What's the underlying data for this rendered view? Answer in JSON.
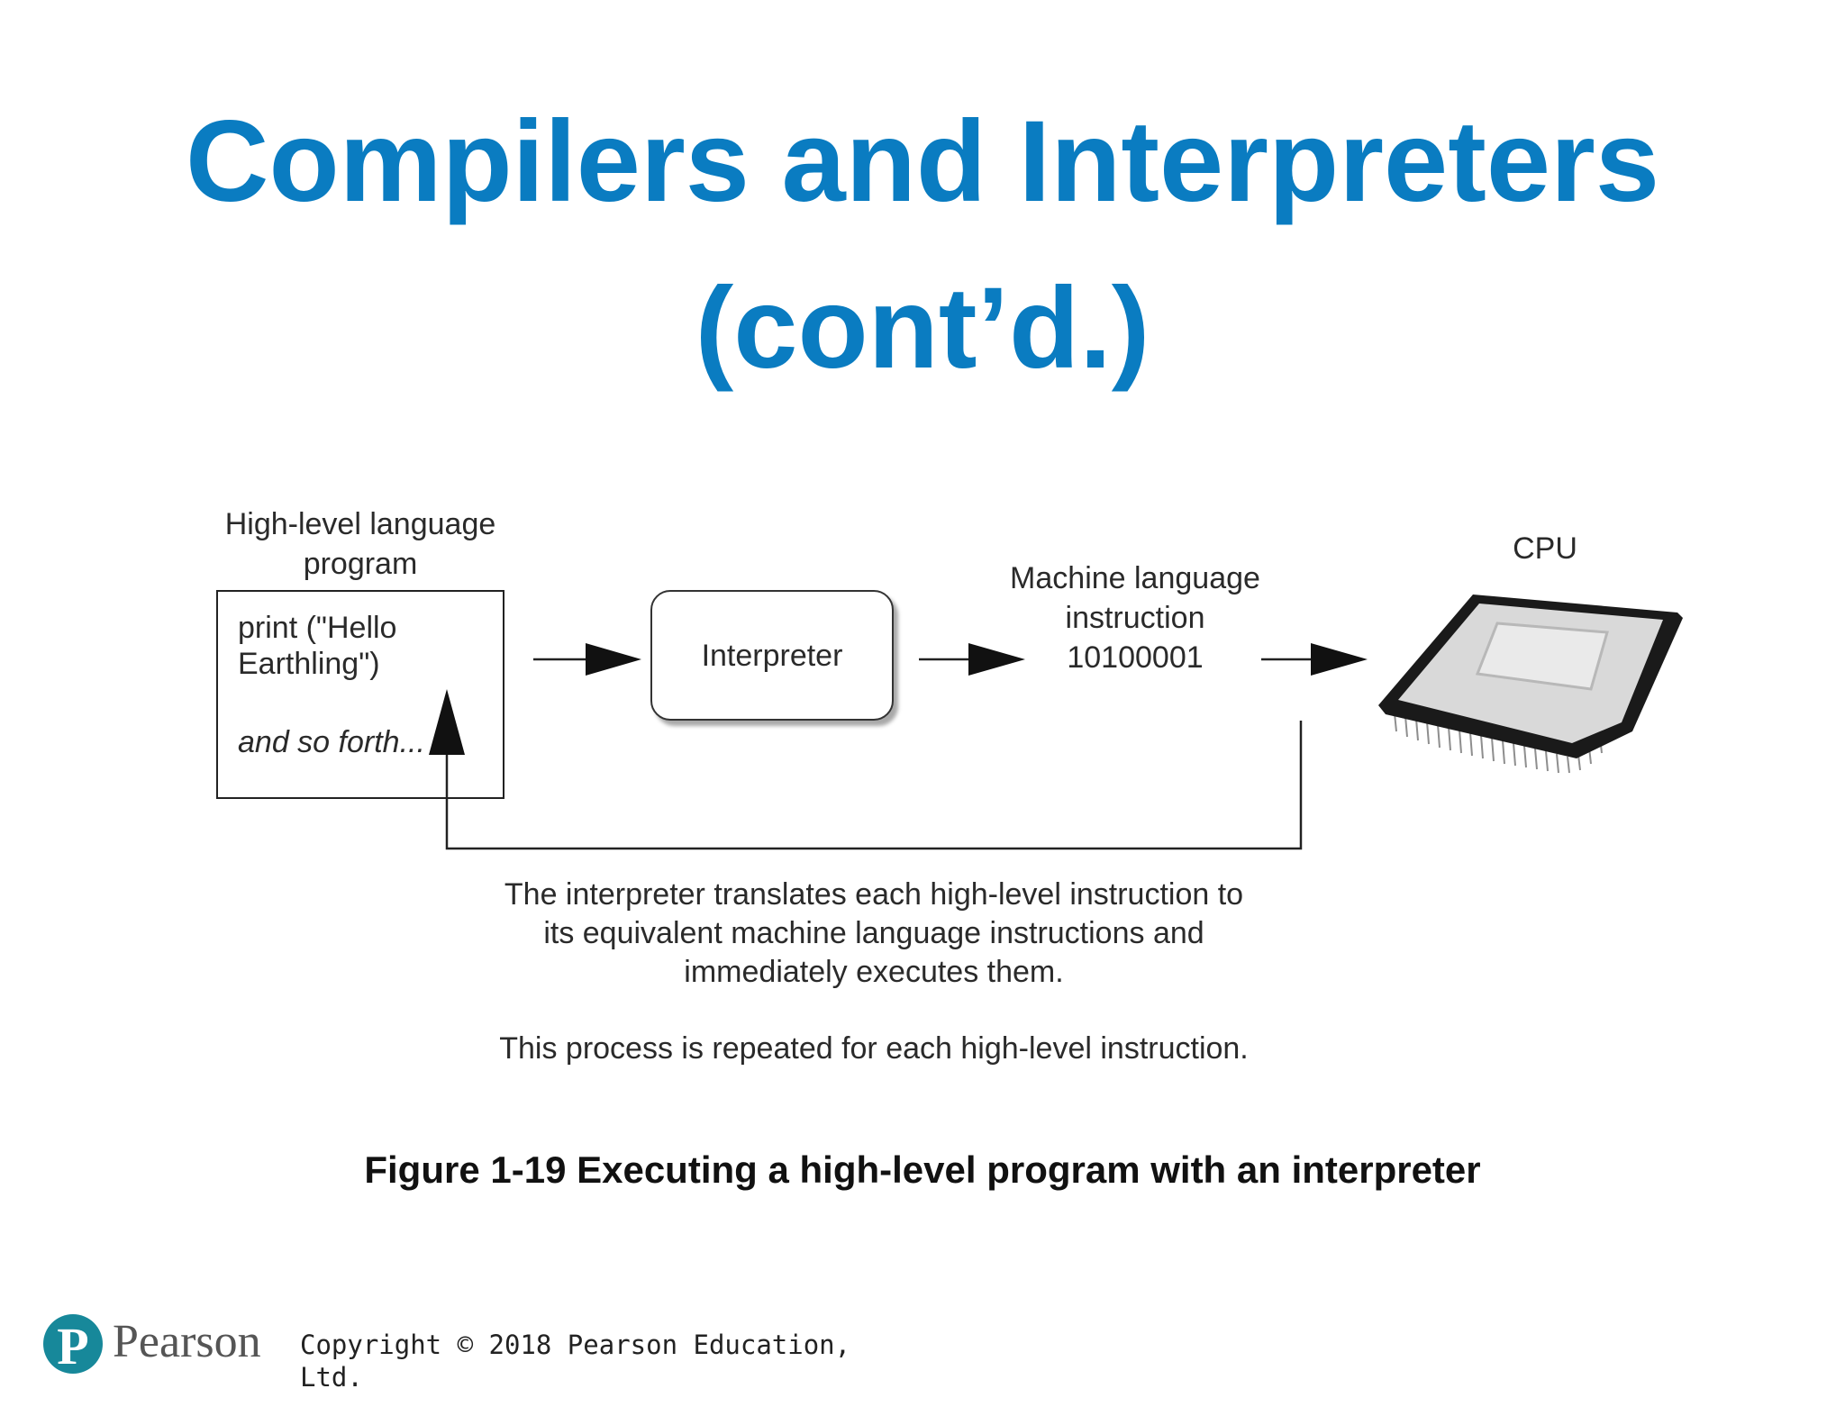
{
  "slide": {
    "title_line1": "Compilers and Interpreters",
    "title_line2": "(cont’d.)",
    "caption": "Figure 1-19 Executing a high-level program with an interpreter",
    "copyright": "Copyright © 2018 Pearson Education,\nLtd.",
    "logo": {
      "word": "Pearson",
      "icon": "pearson-p-logo-icon",
      "color": "#17889a"
    },
    "accent_color": "#0a7cc1"
  },
  "diagram": {
    "high_level_label": "High-level language\nprogram",
    "program_code": "print (\"Hello\nEarthling\")",
    "program_more": "and so forth...",
    "interpreter_label": "Interpreter",
    "machine_label": "Machine language\ninstruction",
    "machine_code": "10100001",
    "cpu_label": "CPU",
    "cpu_icon": "cpu-chip-icon",
    "explanation_1": "The interpreter translates each high-level instruction to\nits equivalent machine language instructions and\nimmediately executes them.",
    "explanation_2": "This process is repeated for each high-level instruction."
  }
}
